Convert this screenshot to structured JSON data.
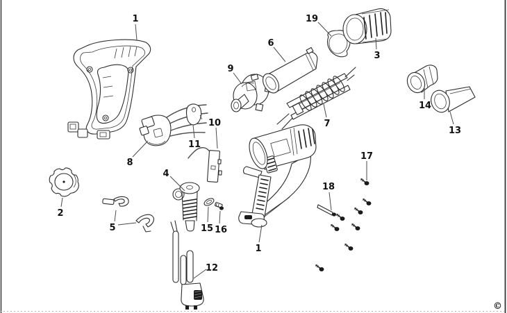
{
  "labels": {
    "housing": "1",
    "body": "1",
    "knob": "2",
    "guard": "3",
    "plunger": "4",
    "clips": "5",
    "tube": "6",
    "element": "7",
    "switch": "8",
    "motor": "9",
    "bracket": "10",
    "cover": "11",
    "cord": "12",
    "nozzle_flat": "13",
    "nozzle_cone": "14",
    "washer": "15",
    "screw16": "16",
    "screw17": "17",
    "pin": "18",
    "seal": "19"
  },
  "copyright": "©"
}
